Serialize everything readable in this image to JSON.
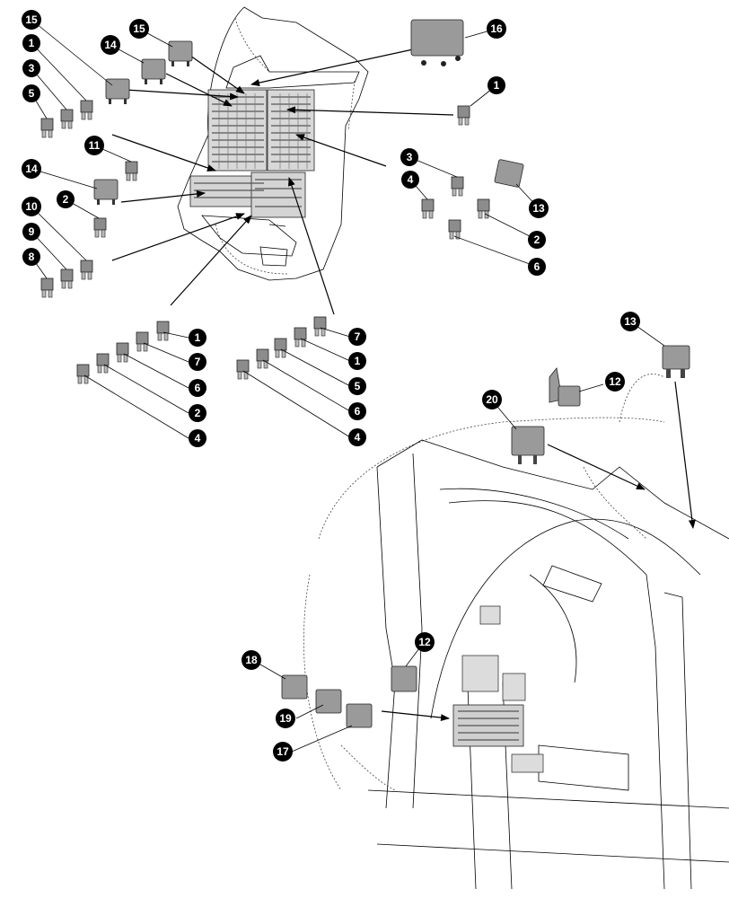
{
  "callouts": [
    {
      "id": "c15a",
      "label": "15"
    },
    {
      "id": "c1a",
      "label": "1"
    },
    {
      "id": "c3a",
      "label": "3"
    },
    {
      "id": "c5a",
      "label": "5"
    },
    {
      "id": "c14a",
      "label": "14"
    },
    {
      "id": "c15b",
      "label": "15"
    },
    {
      "id": "c16",
      "label": "16"
    },
    {
      "id": "c1b",
      "label": "1"
    },
    {
      "id": "c11",
      "label": "11"
    },
    {
      "id": "c14b",
      "label": "14"
    },
    {
      "id": "c2a",
      "label": "2"
    },
    {
      "id": "c10",
      "label": "10"
    },
    {
      "id": "c9",
      "label": "9"
    },
    {
      "id": "c8",
      "label": "8"
    },
    {
      "id": "c3b",
      "label": "3"
    },
    {
      "id": "c4a",
      "label": "4"
    },
    {
      "id": "c13a",
      "label": "13"
    },
    {
      "id": "c2b",
      "label": "2"
    },
    {
      "id": "c6a",
      "label": "6"
    },
    {
      "id": "c1c",
      "label": "1"
    },
    {
      "id": "c7a",
      "label": "7"
    },
    {
      "id": "c6b",
      "label": "6"
    },
    {
      "id": "c2c",
      "label": "2"
    },
    {
      "id": "c4b",
      "label": "4"
    },
    {
      "id": "c7b",
      "label": "7"
    },
    {
      "id": "c1d",
      "label": "1"
    },
    {
      "id": "c5b",
      "label": "5"
    },
    {
      "id": "c6c",
      "label": "6"
    },
    {
      "id": "c4c",
      "label": "4"
    },
    {
      "id": "c13b",
      "label": "13"
    },
    {
      "id": "c12a",
      "label": "12"
    },
    {
      "id": "c20",
      "label": "20"
    },
    {
      "id": "c12b",
      "label": "12"
    },
    {
      "id": "c18",
      "label": "18"
    },
    {
      "id": "c19",
      "label": "19"
    },
    {
      "id": "c17",
      "label": "17"
    }
  ],
  "colors": {
    "callout_fill": "#000000",
    "callout_text": "#ffffff",
    "relay_fill": "#9a9a9a",
    "fuse_fill": "#8c8c8c",
    "line": "#000000"
  }
}
